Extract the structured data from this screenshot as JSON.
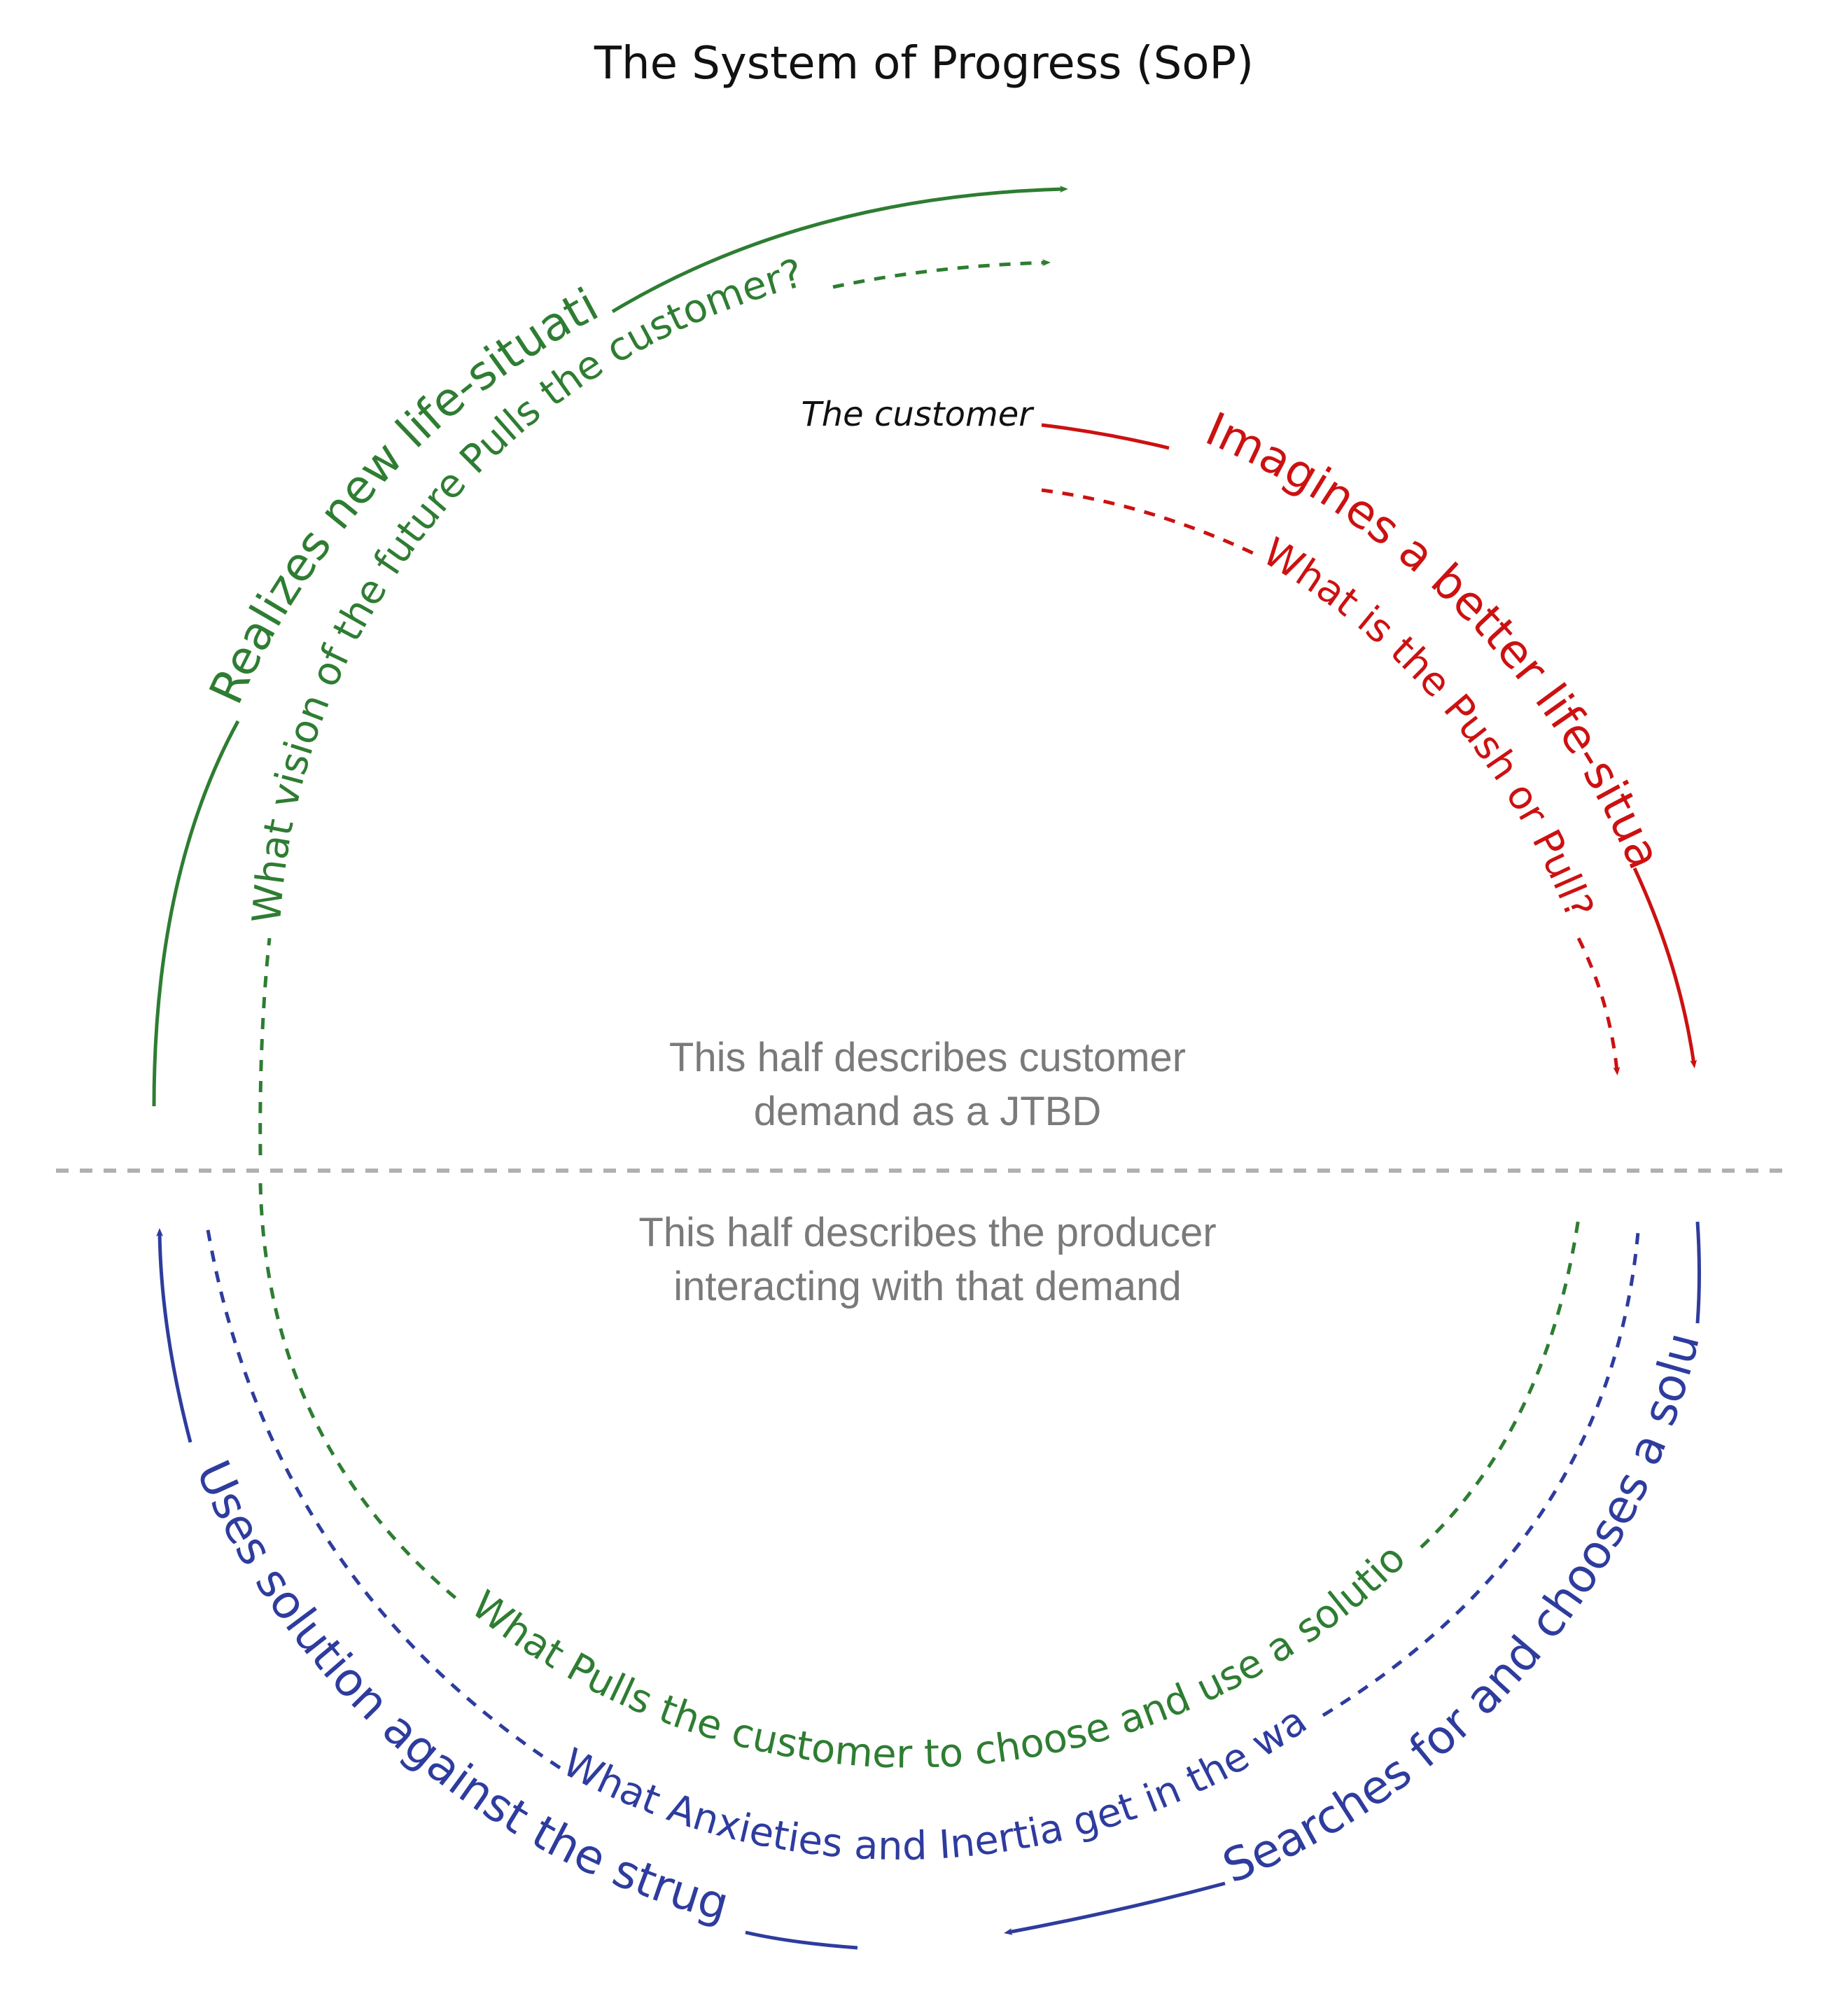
{
  "title": "The System of Progress (SoP)",
  "start_label": "The customer",
  "center": {
    "upper_line1": "This half describes customer",
    "upper_line2": "demand as a JTBD",
    "lower_line1": "This half describes the producer",
    "lower_line2": "interacting with that demand"
  },
  "colors": {
    "green": "#2e7d32",
    "red": "#cc1111",
    "blue": "#2e3c9e",
    "divider": "#b0b0b0"
  },
  "stages": [
    {
      "id": "imagine",
      "color": "red",
      "label": "Imagines a better life-situation",
      "question": "What is the Push or Pull?"
    },
    {
      "id": "search",
      "color": "blue",
      "label": "Searches for and chooses a solution",
      "question": "What Anxieties and Inertia get in the way?"
    },
    {
      "id": "use",
      "color": "blue",
      "label": "Uses solution against the struggle",
      "question": "What Pulls the customer to choose and use a solution?"
    },
    {
      "id": "realize",
      "color": "green",
      "label": "Realizes new life-situation",
      "question": "What vision of the future Pulls the customer?"
    }
  ],
  "icons": [
    "arrowhead-icon"
  ]
}
